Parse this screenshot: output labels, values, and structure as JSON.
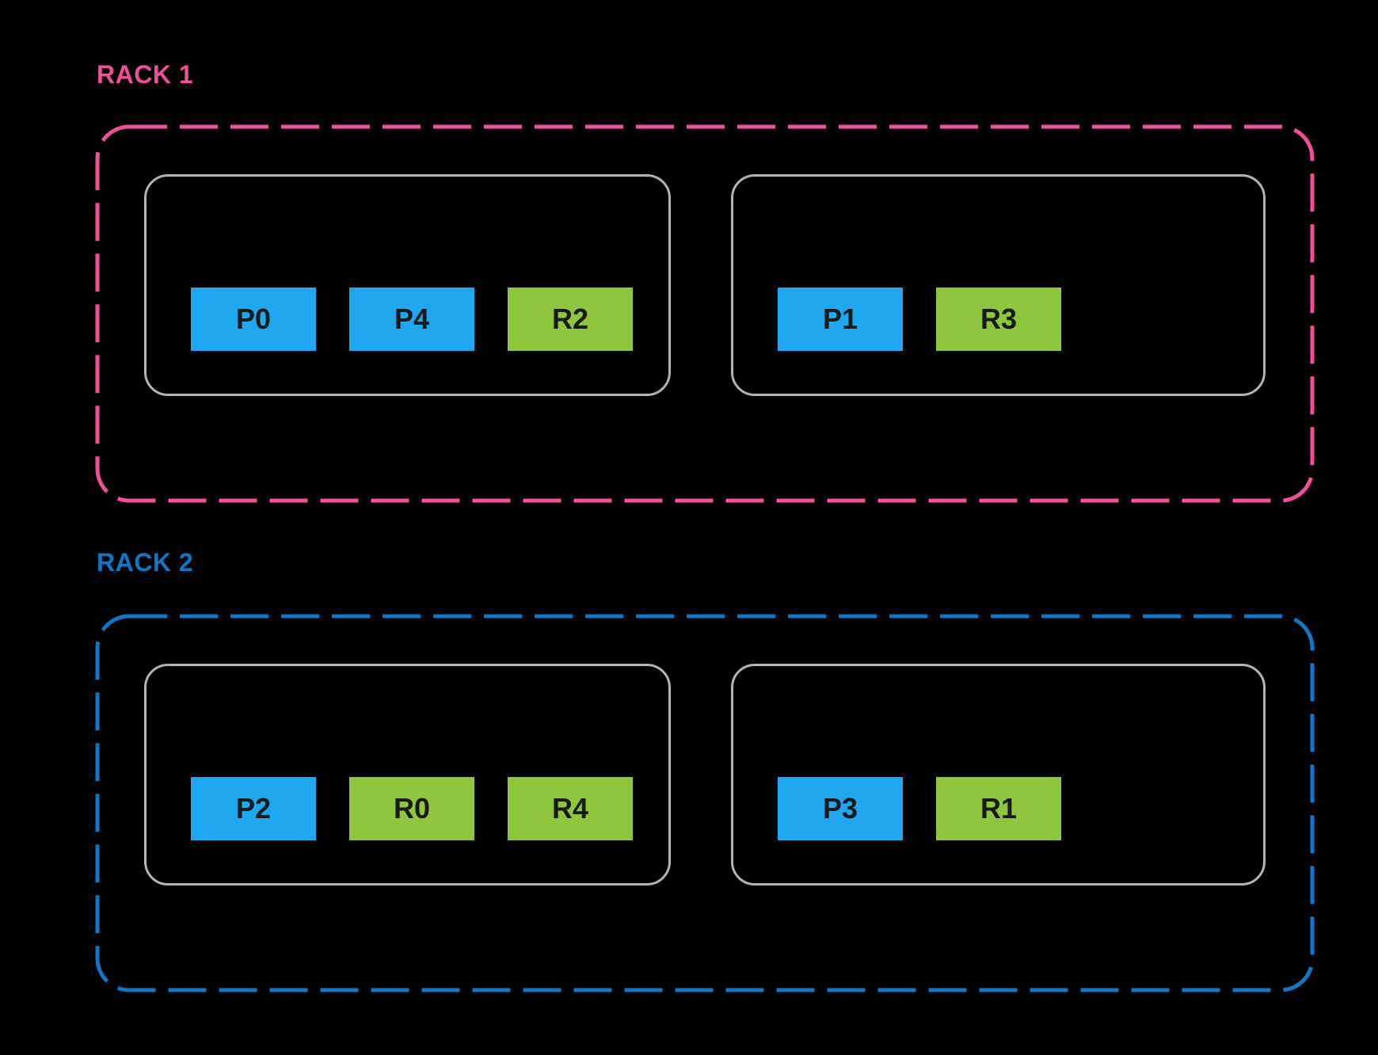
{
  "diagram": {
    "description_colors": {
      "background": "#000000",
      "rack1_accent": "#EF4F9A",
      "rack2_accent": "#0F76C8",
      "node_border": "#B3B3B3",
      "primary_chip_fill": "#1FA7F0",
      "replica_chip_fill": "#8EC63E",
      "chip_text": "#1A1A1A"
    }
  },
  "racks": [
    {
      "label": "RACK 1",
      "accent": "#EF4F9A",
      "nodes": [
        {
          "chips": [
            {
              "label": "P0",
              "type": "primary"
            },
            {
              "label": "P4",
              "type": "primary"
            },
            {
              "label": "R2",
              "type": "replica"
            }
          ]
        },
        {
          "chips": [
            {
              "label": "P1",
              "type": "primary"
            },
            {
              "label": "R3",
              "type": "replica"
            }
          ]
        }
      ]
    },
    {
      "label": "RACK 2",
      "accent": "#0F76C8",
      "nodes": [
        {
          "chips": [
            {
              "label": "P2",
              "type": "primary"
            },
            {
              "label": "R0",
              "type": "replica"
            },
            {
              "label": "R4",
              "type": "replica"
            }
          ]
        },
        {
          "chips": [
            {
              "label": "P3",
              "type": "primary"
            },
            {
              "label": "R1",
              "type": "replica"
            }
          ]
        }
      ]
    }
  ]
}
